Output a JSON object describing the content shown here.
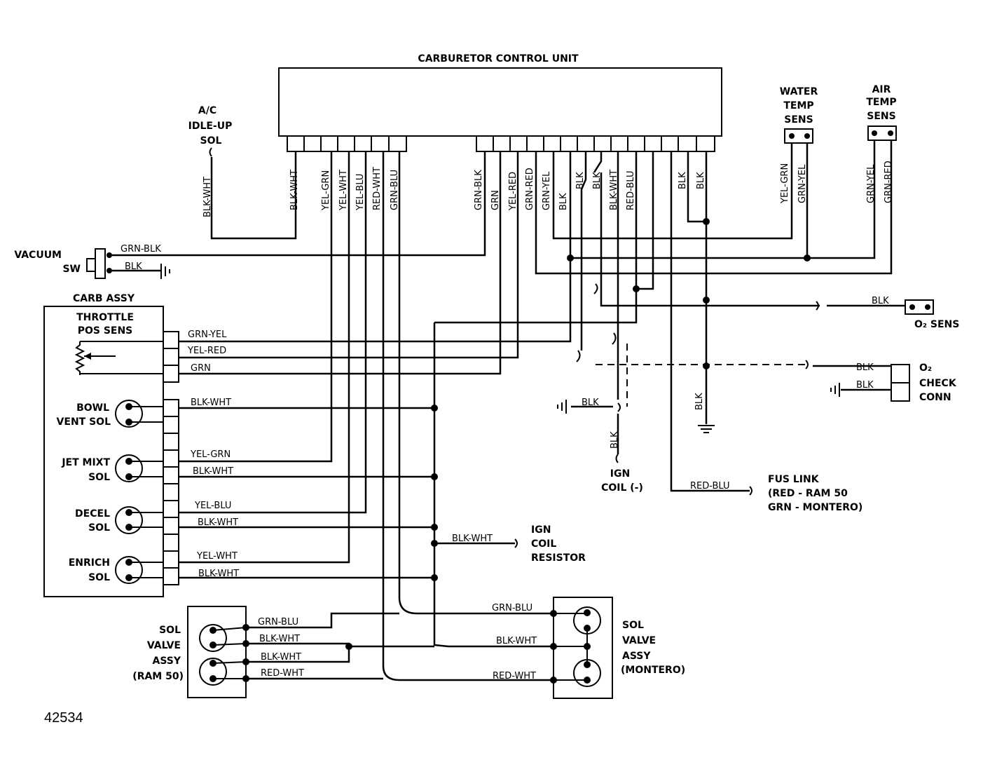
{
  "title": "CARBURETOR CONTROL UNIT",
  "figure_number": "42534",
  "components": {
    "ac_idle": [
      "A/C",
      "IDLE-UP",
      "SOL"
    ],
    "water_temp": [
      "WATER",
      "TEMP",
      "SENS"
    ],
    "air_temp": [
      "AIR",
      "TEMP",
      "SENS"
    ],
    "vacuum_sw": [
      "VACUUM",
      "SW"
    ],
    "carb_assy": "CARB ASSY",
    "throttle": [
      "THROTTLE",
      "POS SENS"
    ],
    "bowl_vent": [
      "BOWL",
      "VENT SOL"
    ],
    "jet_mixt": [
      "JET MIXT",
      "SOL"
    ],
    "decel": [
      "DECEL",
      "SOL"
    ],
    "enrich": [
      "ENRICH",
      "SOL"
    ],
    "o2_sens": "O₂ SENS",
    "o2_check": [
      "O₂",
      "CHECK",
      "CONN"
    ],
    "ign_coil": [
      "IGN",
      "COIL (-)"
    ],
    "fus_link": [
      "FUS LINK",
      "(RED - RAM 50",
      "GRN - MONTERO)"
    ],
    "ign_resistor": [
      "IGN",
      "COIL",
      "RESISTOR"
    ],
    "sol_valve_ram": [
      "SOL",
      "VALVE",
      "ASSY",
      "(RAM 50)"
    ],
    "sol_valve_montero": [
      "SOL",
      "VALVE",
      "ASSY",
      "(MONTERO)"
    ]
  },
  "ccu_left_wires": [
    "BLK-WHT",
    "YEL-GRN",
    "YEL-WHT",
    "YEL-BLU",
    "RED-WHT",
    "GRN-BLU"
  ],
  "ccu_right_wires": [
    "GRN-BLK",
    "GRN",
    "YEL-RED",
    "GRN-RED",
    "GRN-YEL",
    "BLK",
    "BLK",
    "BLK",
    "BLK-WHT",
    "RED-BLU",
    "BLK",
    "BLK"
  ],
  "ac_wire": "BLK-WHT",
  "water_wires": [
    "YEL-GRN",
    "GRN-YEL"
  ],
  "air_wires": [
    "GRN-YEL",
    "GRN-RED"
  ],
  "vacuum_wires": [
    "GRN-BLK",
    "BLK"
  ],
  "carb_wires": [
    "GRN-YEL",
    "YEL-RED",
    "GRN",
    "BLK-WHT",
    "YEL-GRN",
    "BLK-WHT",
    "YEL-BLU",
    "BLK-WHT",
    "YEL-WHT",
    "BLK-WHT"
  ],
  "o2_sens_wire": "BLK",
  "o2_check_wires": [
    "BLK",
    "BLK"
  ],
  "ign_ground_wire": "BLK",
  "ign_coil_wire": "BLK",
  "ground_blk_wire": "BLK",
  "fus_wire": "RED-BLU",
  "resistor_wire": "BLK-WHT",
  "ram_wires": [
    "GRN-BLU",
    "BLK-WHT",
    "BLK-WHT",
    "RED-WHT"
  ],
  "montero_wires": [
    "GRN-BLU",
    "BLK-WHT",
    "RED-WHT"
  ]
}
